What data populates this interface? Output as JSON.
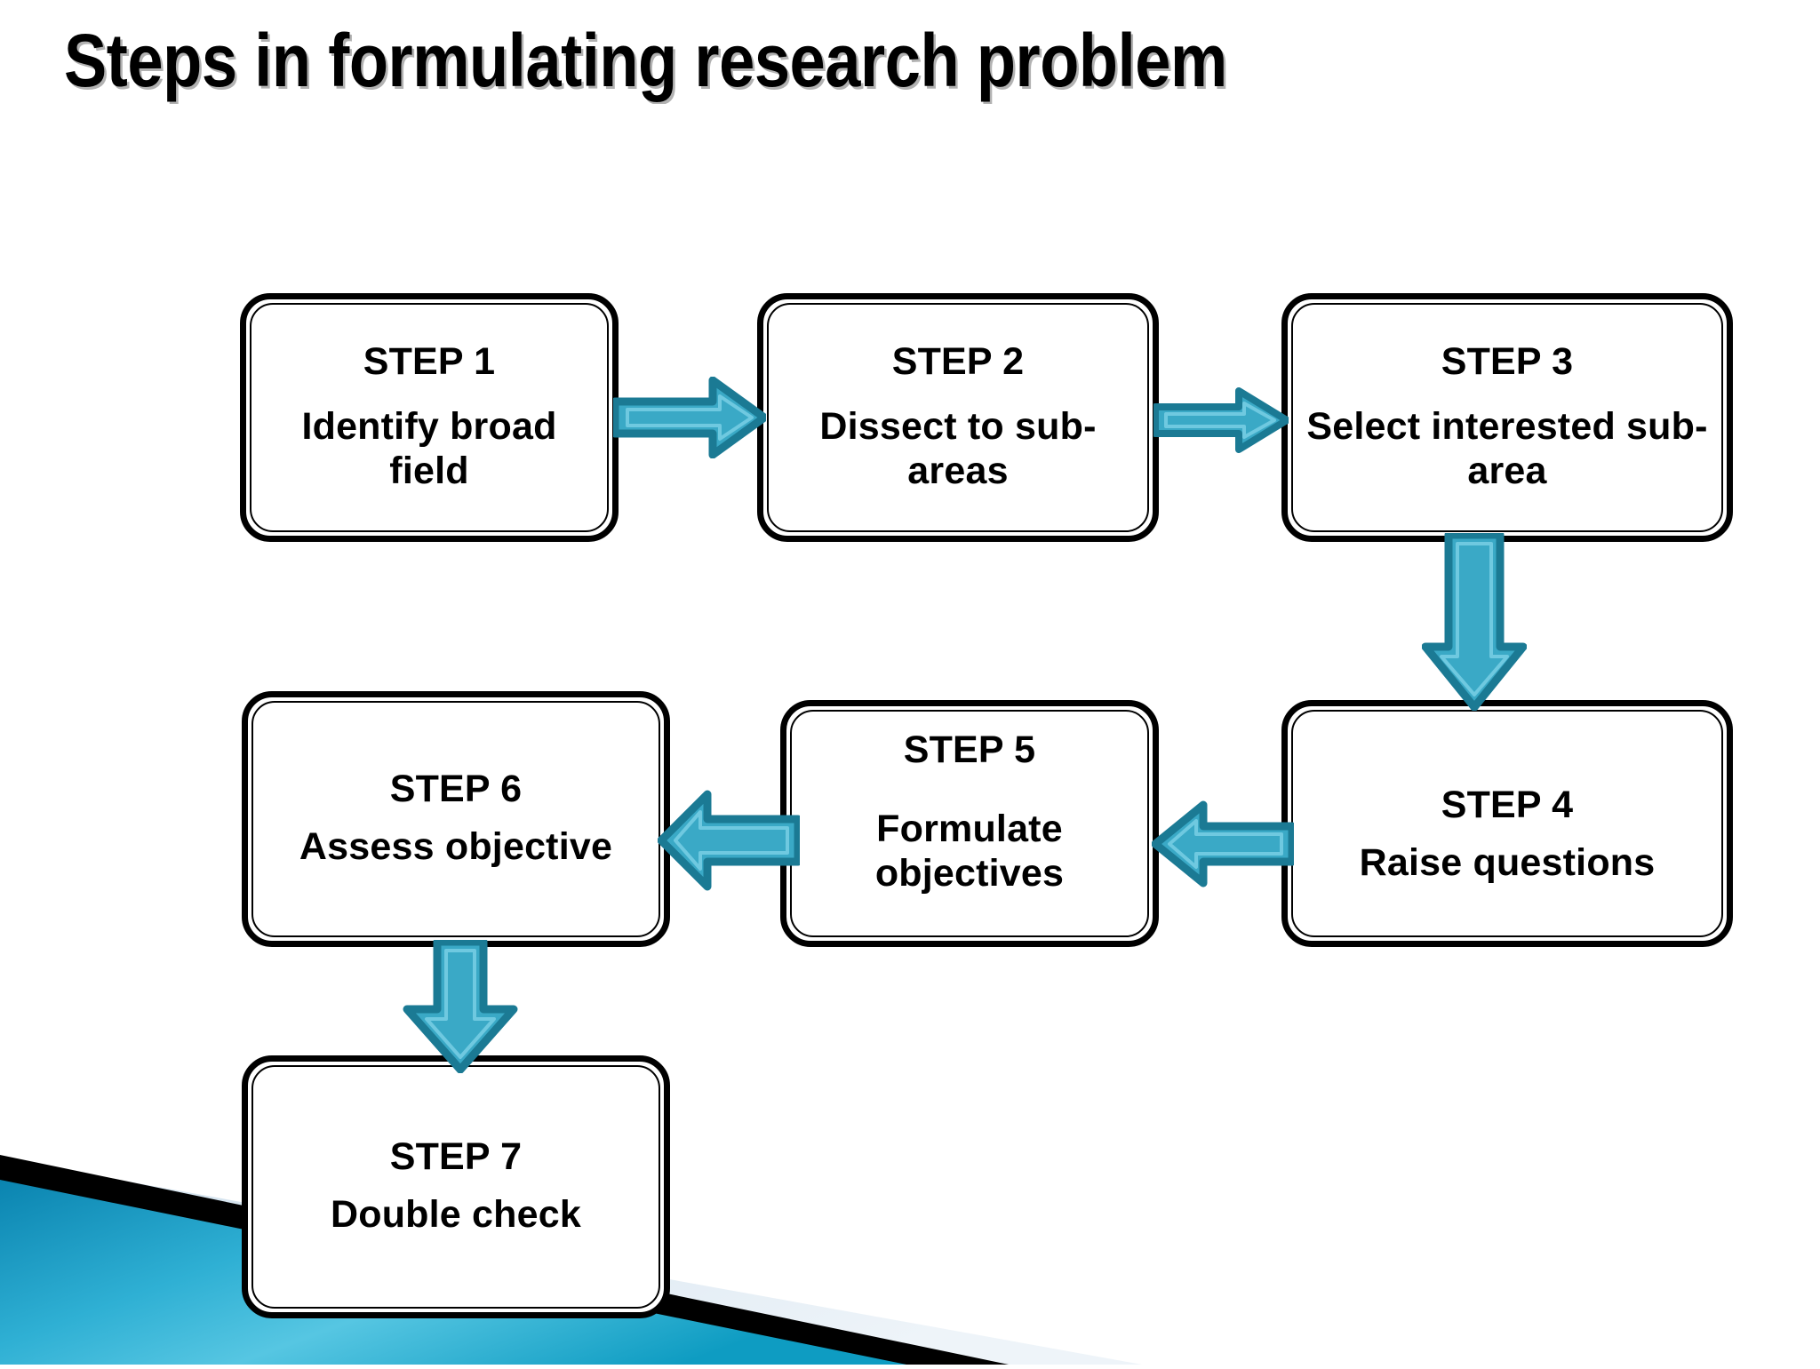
{
  "slide": {
    "title": "Steps in formulating research problem",
    "background_color": "#ffffff",
    "title_color": "#000000"
  },
  "theme": {
    "arrow_outline_color": "#1b7a94",
    "arrow_fill_color": "#3aa9c6",
    "arrow_edge_color": "#166c85",
    "box_border_color": "#000000",
    "box_fill_color": "#ffffff",
    "deco_blue_dark": "#0b7fa8",
    "deco_blue_light": "#4fc0de",
    "deco_pale": "#dde8f1",
    "deco_black": "#000000"
  },
  "flow": {
    "type": "process-flowchart",
    "steps": [
      {
        "id": "step1",
        "label": "STEP 1",
        "desc": "Identify broad field"
      },
      {
        "id": "step2",
        "label": "STEP 2",
        "desc": "Dissect to sub-areas"
      },
      {
        "id": "step3",
        "label": "STEP 3",
        "desc": "Select interested sub-area"
      },
      {
        "id": "step4",
        "label": "STEP 4",
        "desc": "Raise questions"
      },
      {
        "id": "step5",
        "label": "STEP 5",
        "desc": "Formulate objectives"
      },
      {
        "id": "step6",
        "label": "STEP 6",
        "desc": "Assess objective"
      },
      {
        "id": "step7",
        "label": "STEP 7",
        "desc": "Double check"
      }
    ],
    "connectors": [
      {
        "id": "c1",
        "from": "step1",
        "to": "step2",
        "direction": "right"
      },
      {
        "id": "c2",
        "from": "step2",
        "to": "step3",
        "direction": "right"
      },
      {
        "id": "c3",
        "from": "step3",
        "to": "step4",
        "direction": "down"
      },
      {
        "id": "c4",
        "from": "step4",
        "to": "step5",
        "direction": "left"
      },
      {
        "id": "c5",
        "from": "step5",
        "to": "step6",
        "direction": "left"
      },
      {
        "id": "c6",
        "from": "step6",
        "to": "step7",
        "direction": "down"
      }
    ]
  }
}
